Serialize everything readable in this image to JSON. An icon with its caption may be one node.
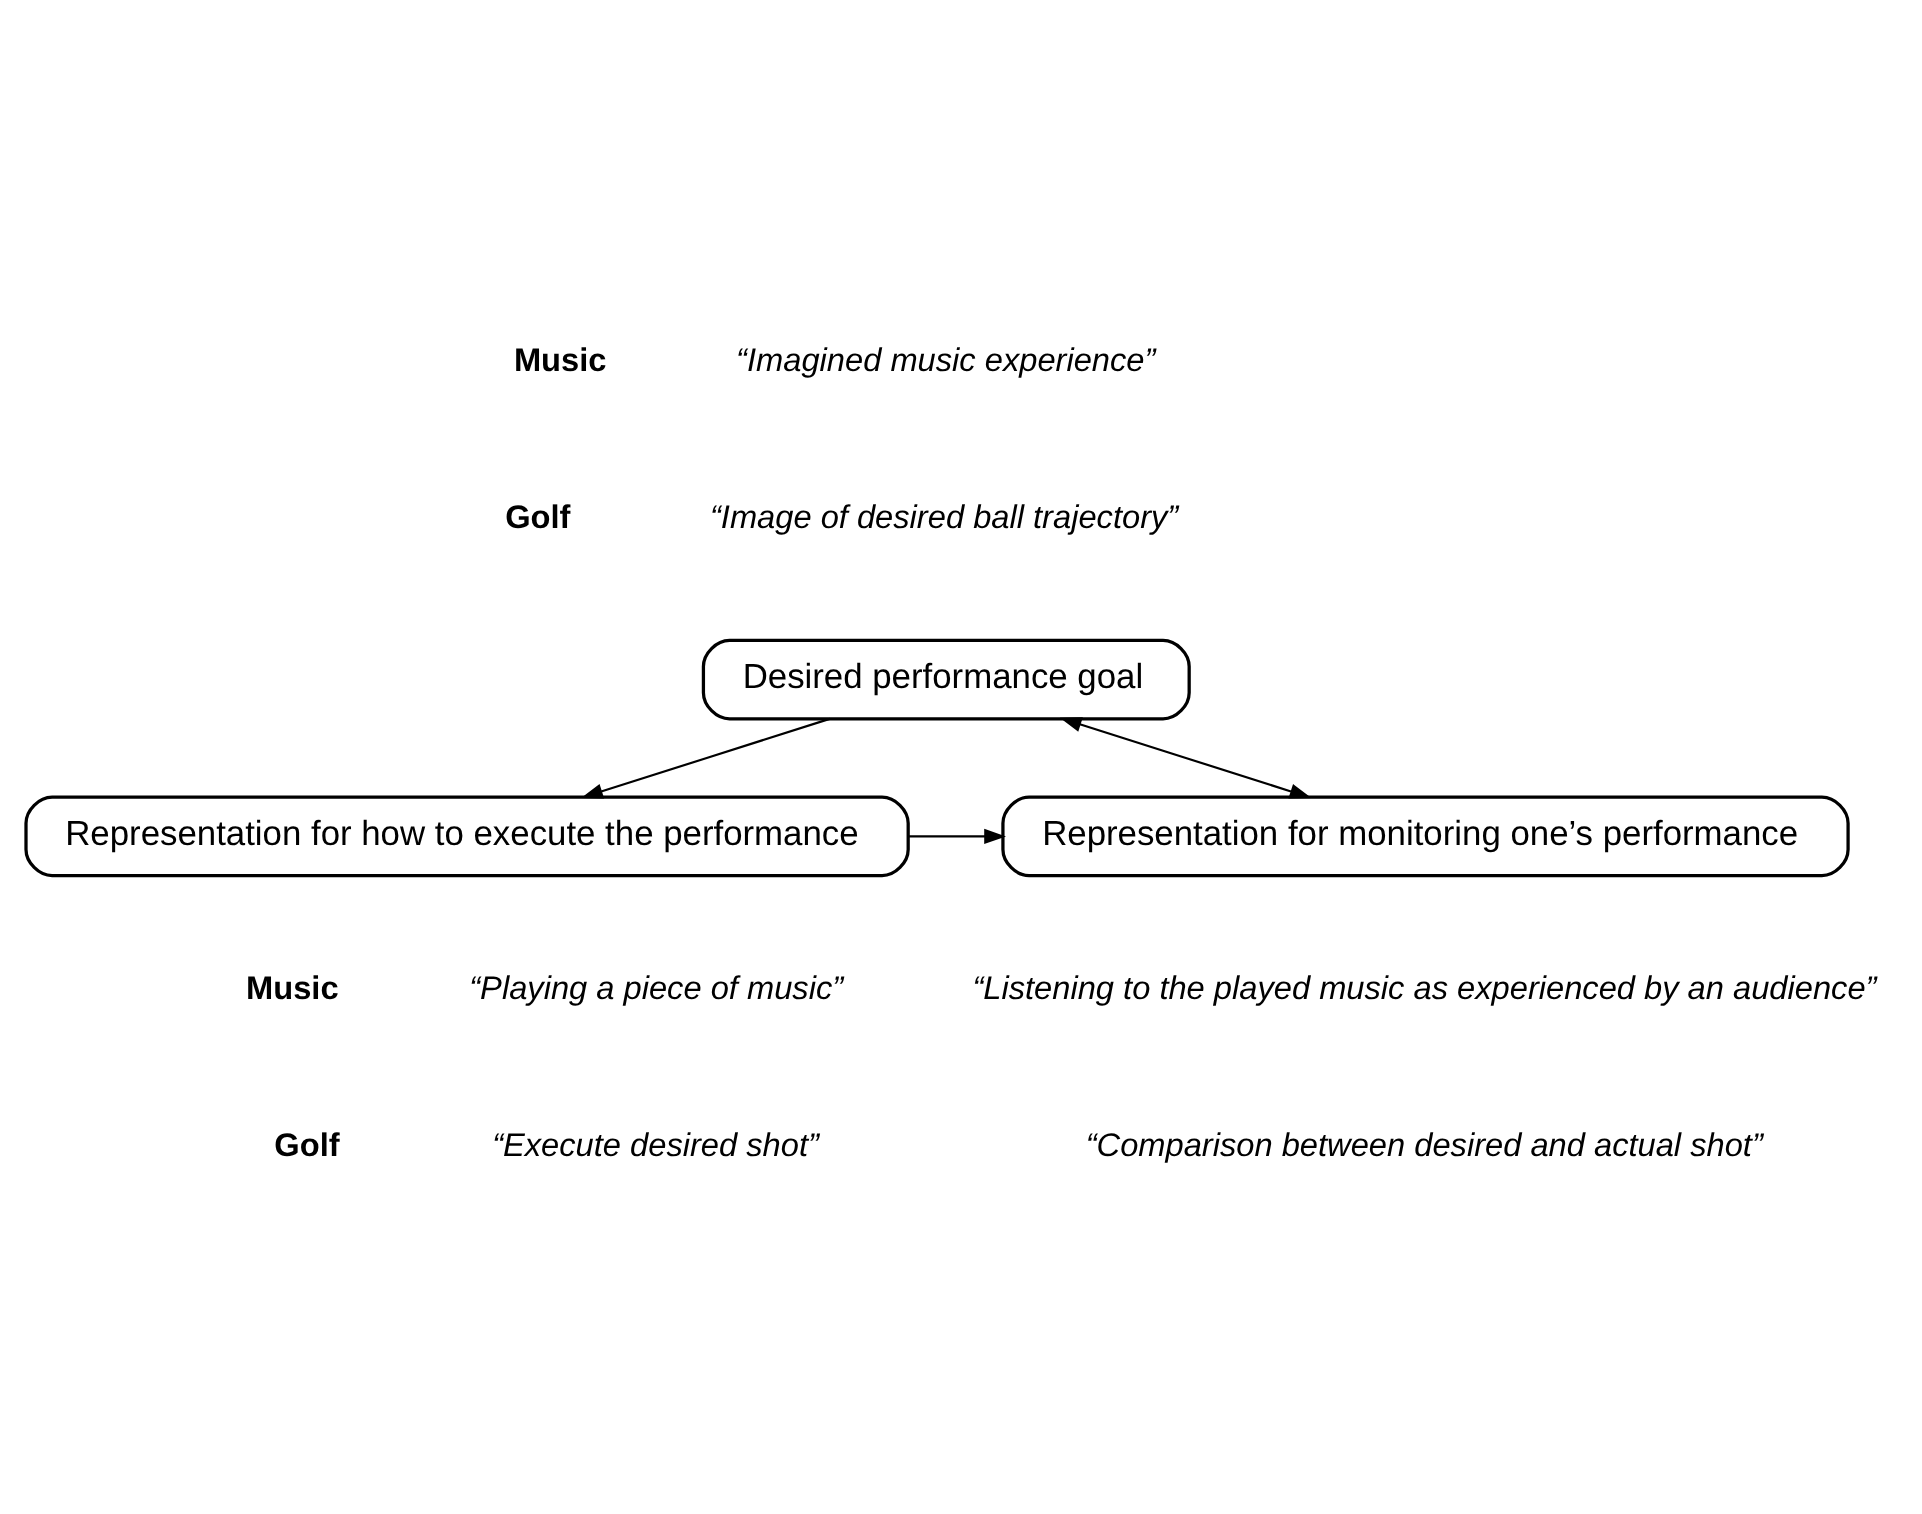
{
  "diagram": {
    "nodes": [
      {
        "text": [
          "Desired performance goal"
        ]
      },
      {
        "text": [
          "Representation for how to execute the performance"
        ]
      },
      {
        "text": [
          "Representation for monitoring one’s performance"
        ]
      }
    ],
    "edges": [
      {
        "from": 0,
        "to": 1,
        "arrow": "to"
      },
      {
        "from": 0,
        "to": 2,
        "arrow": "both"
      },
      {
        "from": 1,
        "to": 2,
        "arrow": "to"
      }
    ],
    "labels": [
      "Music",
      "“Imagined music experience”",
      "Golf",
      "“Image of desired ball trajectory”",
      "Music",
      "“Playing a piece of music”",
      "“Listening to the played music as experienced by an audience”",
      "Golf",
      "“Execute desired shot”",
      "“Comparison between desired and actual shot”"
    ]
  }
}
